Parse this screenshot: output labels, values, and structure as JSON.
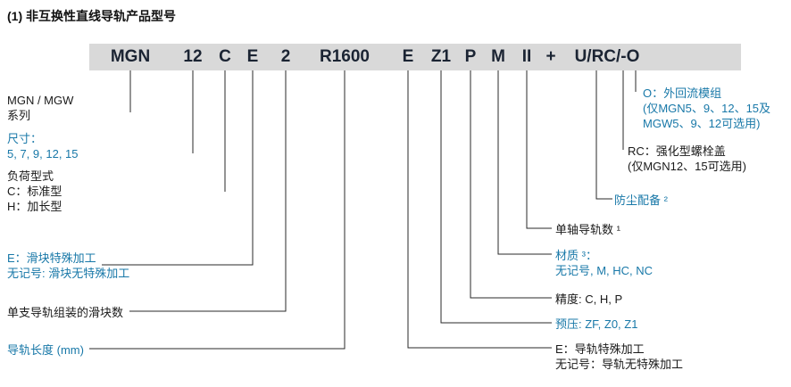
{
  "title": "(1) 非互换性直线导轨产品型号",
  "colors": {
    "accent_blue": "#1878A8",
    "text_dark": "#1A1A1A",
    "code_bar_bg": "#D9D9D9",
    "connector_line": "#2A2A2A"
  },
  "model_code": {
    "segments": [
      {
        "label": "MGN"
      },
      {
        "label": "12"
      },
      {
        "label": "C"
      },
      {
        "label": "E"
      },
      {
        "label": "2"
      },
      {
        "label": "R1600"
      },
      {
        "label": "E"
      },
      {
        "label": "Z1"
      },
      {
        "label": "P"
      },
      {
        "label": "M"
      },
      {
        "label": "II"
      },
      {
        "label": "+"
      },
      {
        "label": "U/RC/-O"
      }
    ]
  },
  "annotations": {
    "series": {
      "line1": "MGN / MGW",
      "line2": "系列"
    },
    "size": {
      "line1": "尺寸：",
      "line2": "5, 7, 9, 12, 15"
    },
    "load": {
      "line1": "负荷型式",
      "line2": "C：标准型",
      "line3": "H：加长型"
    },
    "block_machining": {
      "line1": "E：滑块特殊加工",
      "line2": "无记号: 滑块无特殊加工"
    },
    "block_count": {
      "line1": "单支导轨组装的滑块数"
    },
    "rail_length": {
      "line1": "导轨长度 (mm)"
    },
    "option_o": {
      "line1": "O：外回流模组",
      "line2": "(仅MGN5、9、12、15及",
      "line3": "MGW5、9、12可选用)"
    },
    "option_rc": {
      "line1": "RC：强化型螺栓盖",
      "line2": "(仅MGN12、15可选用)"
    },
    "dust": {
      "line1": "防尘配备 ²"
    },
    "rail_count": {
      "line1": "单轴导轨数 ¹"
    },
    "material": {
      "line1": "材质 ³：",
      "line2": "无记号, M, HC, NC"
    },
    "accuracy": {
      "line1": "精度: C, H, P"
    },
    "preload": {
      "line1": "预压: ZF, Z0, Z1"
    },
    "rail_machining": {
      "line1": "E：导轨特殊加工",
      "line2": "无记号：导轨无特殊加工"
    }
  }
}
